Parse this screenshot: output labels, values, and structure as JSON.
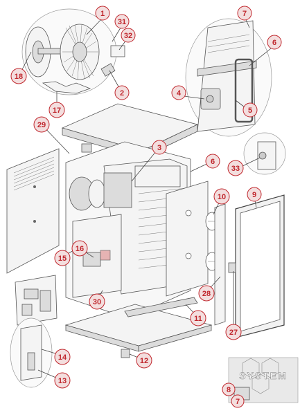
{
  "callouts": [
    {
      "id": "c1",
      "label": "1"
    },
    {
      "id": "c31",
      "label": "31"
    },
    {
      "id": "c32",
      "label": "32"
    },
    {
      "id": "c7a",
      "label": "7"
    },
    {
      "id": "c6a",
      "label": "6"
    },
    {
      "id": "c18",
      "label": "18"
    },
    {
      "id": "c2",
      "label": "2"
    },
    {
      "id": "c17",
      "label": "17"
    },
    {
      "id": "c4",
      "label": "4"
    },
    {
      "id": "c5",
      "label": "5"
    },
    {
      "id": "c29",
      "label": "29"
    },
    {
      "id": "c3",
      "label": "3"
    },
    {
      "id": "c6b",
      "label": "6"
    },
    {
      "id": "c33",
      "label": "33"
    },
    {
      "id": "c9",
      "label": "9"
    },
    {
      "id": "c10",
      "label": "10"
    },
    {
      "id": "c16",
      "label": "16"
    },
    {
      "id": "c15",
      "label": "15"
    },
    {
      "id": "c28",
      "label": "28"
    },
    {
      "id": "c30",
      "label": "30"
    },
    {
      "id": "c11",
      "label": "11"
    },
    {
      "id": "c27",
      "label": "27"
    },
    {
      "id": "c14",
      "label": "14"
    },
    {
      "id": "c12",
      "label": "12"
    },
    {
      "id": "c13",
      "label": "13"
    },
    {
      "id": "c8",
      "label": "8"
    },
    {
      "id": "c7b",
      "label": "7"
    }
  ],
  "watermark": {
    "text": "SYSTEM"
  },
  "colors": {
    "callout_ring": "#c0272d",
    "callout_fill": "#f3dede",
    "line": "#444444"
  }
}
